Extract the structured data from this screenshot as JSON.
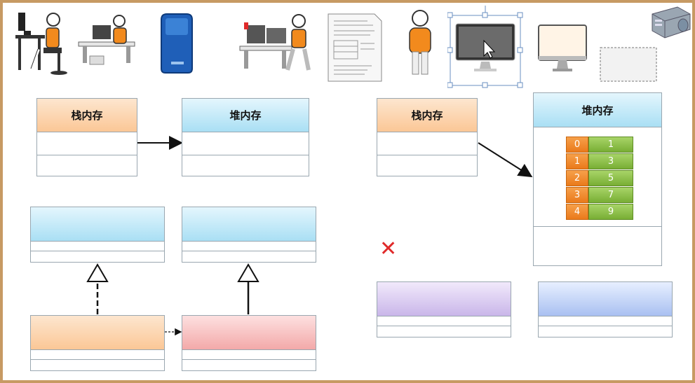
{
  "labels": {
    "stack": "栈内存",
    "heap": "堆内存"
  },
  "array": {
    "indices": [
      "0",
      "1",
      "2",
      "3",
      "4"
    ],
    "values": [
      "1",
      "3",
      "5",
      "7",
      "9"
    ]
  },
  "icons": {
    "desk_user_1": "person-at-computer-icon",
    "desk_user_2": "person-at-workstation-icon",
    "tower": "server-tower-icon",
    "desk_user_3": "person-with-headset-icon",
    "document": "document-icon",
    "person": "standing-person-icon",
    "monitor_selected": "monitor-icon",
    "monitor": "desktop-monitor-icon",
    "blank": "blank-rectangle-icon",
    "server": "server-rack-icon",
    "cross": "x-mark-icon"
  },
  "colors": {
    "orange": "#fbc796",
    "blue": "#a9dff4",
    "red": "#f3a9a9",
    "purple": "#c9b6e9",
    "blue2": "#a9c0f1",
    "cross": "#e02a2a"
  },
  "cross_symbol": "✕"
}
